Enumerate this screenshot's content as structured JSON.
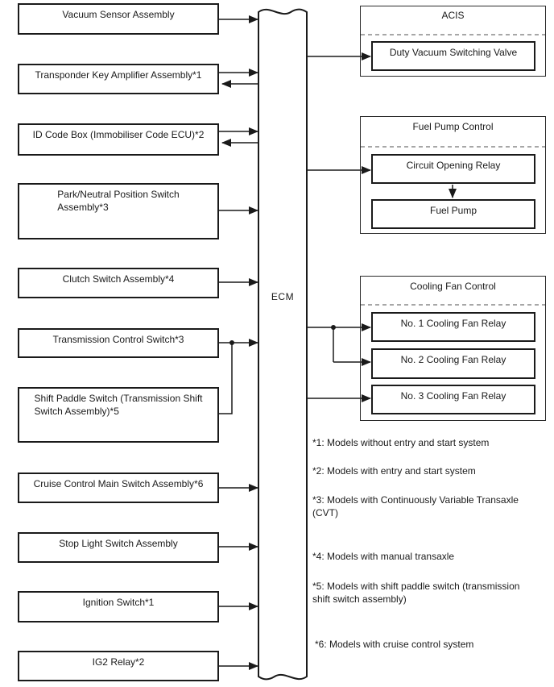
{
  "diagram": {
    "ecm": {
      "label": "ECM"
    },
    "left_boxes": [
      {
        "id": "vacuum-sensor-assembly",
        "lines": [
          "Vacuum Sensor Assembly"
        ]
      },
      {
        "id": "transponder-key-amplifier-assembly",
        "lines": [
          "Transponder Key Amplifier Assembly*1"
        ]
      },
      {
        "id": "id-code-box",
        "lines": [
          "ID Code Box (Immobiliser Code ECU)*2"
        ]
      },
      {
        "id": "park-neutral-position-switch",
        "lines": [
          "Park/Neutral Position Switch",
          "Assembly*3"
        ]
      },
      {
        "id": "clutch-switch-assembly",
        "lines": [
          "Clutch Switch Assembly*4"
        ]
      },
      {
        "id": "transmission-control-switch",
        "lines": [
          "Transmission Control Switch*3"
        ]
      },
      {
        "id": "shift-paddle-switch",
        "lines": [
          "Shift Paddle Switch (Transmission Shift",
          "Switch Assembly)*5"
        ]
      },
      {
        "id": "cruise-control-main-switch",
        "lines": [
          "Cruise Control Main Switch Assembly*6"
        ]
      },
      {
        "id": "stop-light-switch-assembly",
        "lines": [
          "Stop Light Switch Assembly"
        ]
      },
      {
        "id": "ignition-switch",
        "lines": [
          "Ignition Switch*1"
        ]
      },
      {
        "id": "ig2-relay",
        "lines": [
          "IG2 Relay*2"
        ]
      }
    ],
    "right_groups": [
      {
        "title": "ACIS",
        "items": [
          "Duty Vacuum Switching Valve"
        ]
      },
      {
        "title": "Fuel Pump Control",
        "items": [
          "Circuit Opening Relay",
          "Fuel Pump"
        ]
      },
      {
        "title": "Cooling Fan Control",
        "items": [
          "No. 1 Cooling Fan Relay",
          "No. 2 Cooling Fan Relay",
          "No. 3 Cooling Fan Relay"
        ]
      }
    ],
    "footnotes": [
      {
        "lines": [
          "*1: Models without entry and start system"
        ]
      },
      {
        "lines": [
          "*2: Models with entry and start system"
        ]
      },
      {
        "lines": [
          "*3: Models with Continuously Variable Transaxle",
          "(CVT)"
        ]
      },
      {
        "lines": [
          "*4: Models with manual transaxle"
        ]
      },
      {
        "lines": [
          "*5: Models with shift paddle switch (transmission",
          "shift switch assembly)"
        ]
      },
      {
        "lines": [
          "*6: Models with cruise control system"
        ]
      }
    ],
    "colors": {
      "line": "#1a1a1a",
      "dashed_divider": "#8a8a8a",
      "background": "#ffffff",
      "text": "#1a1a1a"
    }
  }
}
